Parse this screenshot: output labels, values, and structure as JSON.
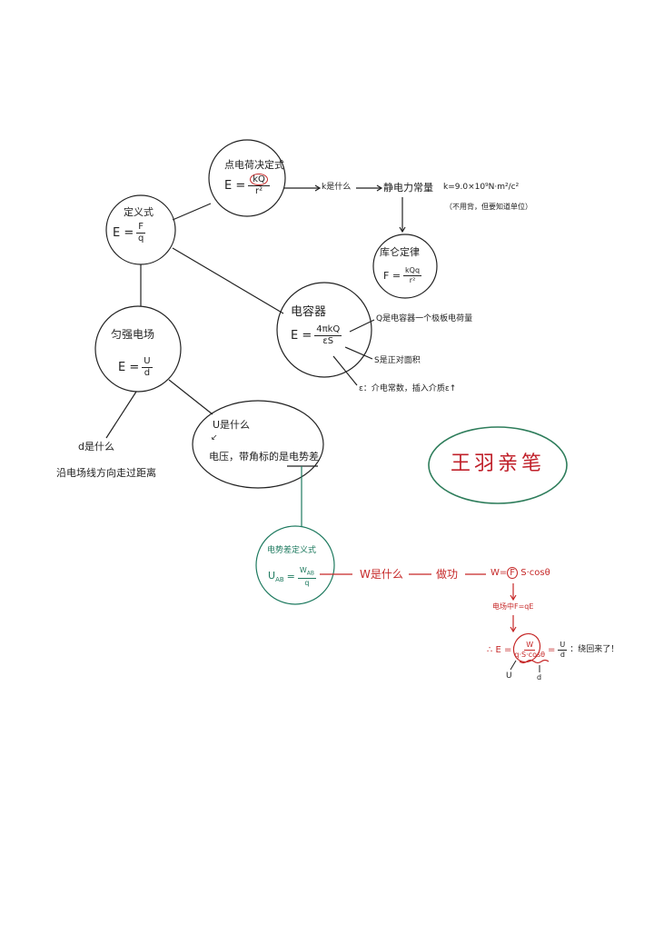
{
  "colors": {
    "ink": "#222222",
    "red": "#c62828",
    "green": "#1e7a5f",
    "stamp_border": "#2e7d5b",
    "background": "#ffffff"
  },
  "nodes": {
    "definition": {
      "title": "定义式",
      "lhs": "E =",
      "num": "F",
      "den": "q"
    },
    "point_charge": {
      "title": "点电荷决定式",
      "lhs": "E =",
      "num": "kQ",
      "den": "r²"
    },
    "coulomb": {
      "title": "库仑定律",
      "lhs": "F =",
      "num": "kQq",
      "den": "r²"
    },
    "capacitor": {
      "title": "电容器",
      "lhs": "E =",
      "num": "4πkQ",
      "den": "εS"
    },
    "uniform_field": {
      "title": "匀强电场",
      "lhs": "E =",
      "num": "U",
      "den": "d"
    },
    "u_question": {
      "title": "U是什么",
      "arrow": "↙",
      "answer": "电压，带角标的是电势差"
    },
    "potential_diff": {
      "title": "电势差定义式",
      "lhs": "U",
      "lhs_sub": "AB",
      "eq": "=",
      "num": "W",
      "num_sub": "AB",
      "den": "q"
    }
  },
  "annotations": {
    "k_question": "k是什么",
    "k_answer": "静电力常量",
    "k_value": "k=9.0×10⁹N·m²/c²",
    "k_note": "（不用背，但要知道单位）",
    "q_note": "Q是电容器一个极板电荷量",
    "s_note": "S是正对面积",
    "eps_note": "ε：介电常数，插入介质ε↑",
    "d_question": "d是什么",
    "d_answer": "沿电场线方向走过距离"
  },
  "work_chain": {
    "w_question": "W是什么",
    "work": "做功",
    "w_formula_lhs": "W=",
    "w_formula_f": "F",
    "w_formula_rest": "S·cosθ",
    "field_force": "电场中F=qE",
    "derive_prefix": "∴ E =",
    "derive_num": "W",
    "derive_den": "q·S·cosθ",
    "derive_eq": "=",
    "derive_num2": "U",
    "derive_den2": "d",
    "derive_suffix": "：绕回来了！",
    "label_u": "U",
    "label_d": "d"
  },
  "stamp": {
    "text": "王羽亲笔"
  }
}
